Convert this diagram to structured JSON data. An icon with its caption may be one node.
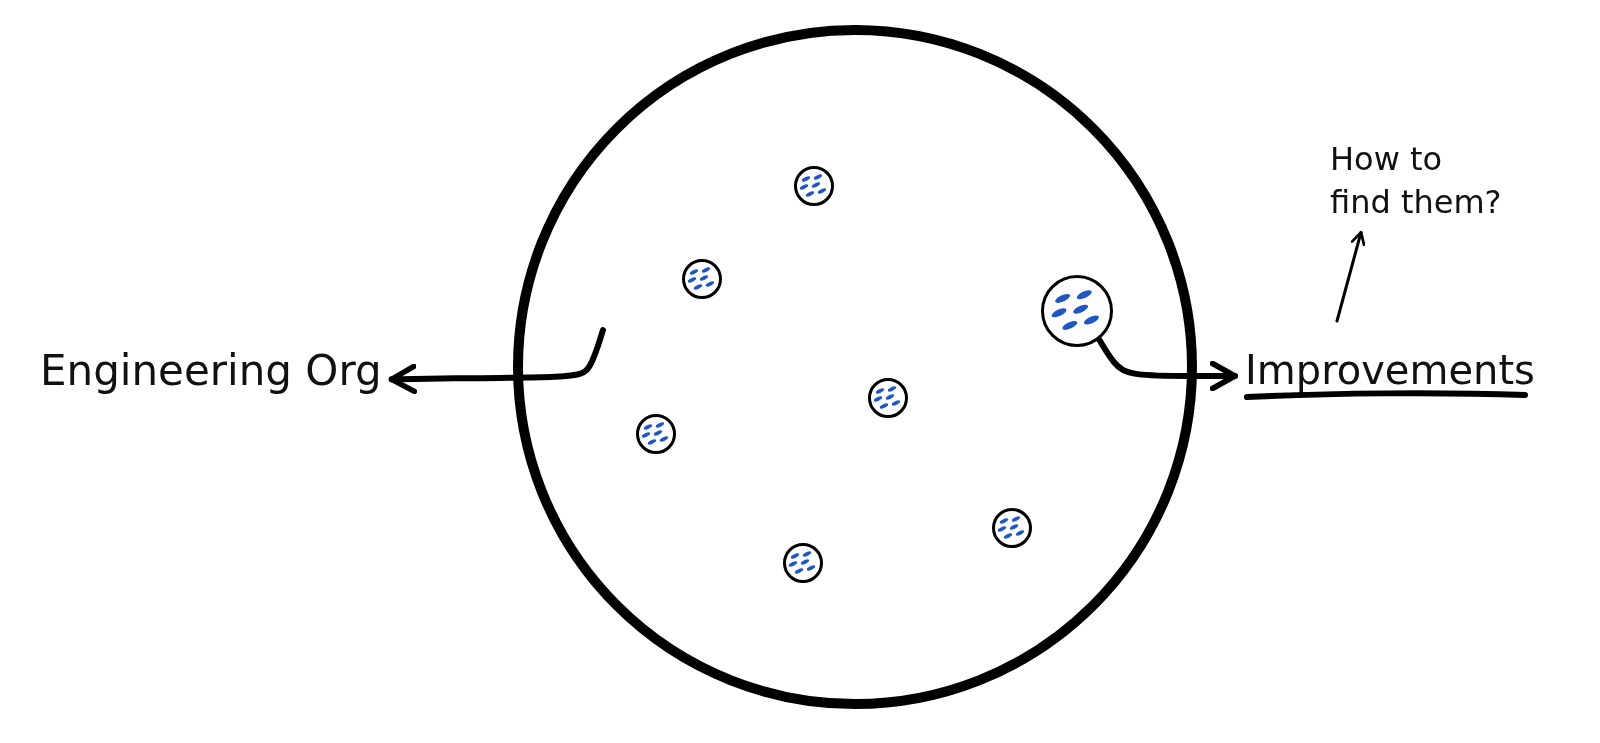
{
  "diagram": {
    "nodes": [
      {
        "text": [],
        "shape": "circle"
      },
      {
        "text": [],
        "shape": "circle",
        "in": 0
      },
      {
        "text": [],
        "shape": "circle",
        "in": 0
      },
      {
        "text": [],
        "shape": "circle",
        "in": 0
      },
      {
        "text": [],
        "shape": "circle",
        "in": 0
      },
      {
        "text": [],
        "shape": "circle",
        "in": 0
      },
      {
        "text": [],
        "shape": "circle",
        "in": 0
      },
      {
        "text": [],
        "shape": "circle",
        "in": 0
      },
      {
        "text": [
          "Engineering Org"
        ]
      },
      {
        "text": [
          "How to find them?"
        ]
      },
      {
        "text": [
          "Improvements"
        ]
      }
    ],
    "edges": [
      {
        "from": 0,
        "to": 8,
        "arrow": "to"
      },
      {
        "from": 3,
        "to": 10,
        "arrow": "to"
      },
      {
        "from": 10,
        "to": 9,
        "arrow": "to"
      }
    ]
  }
}
